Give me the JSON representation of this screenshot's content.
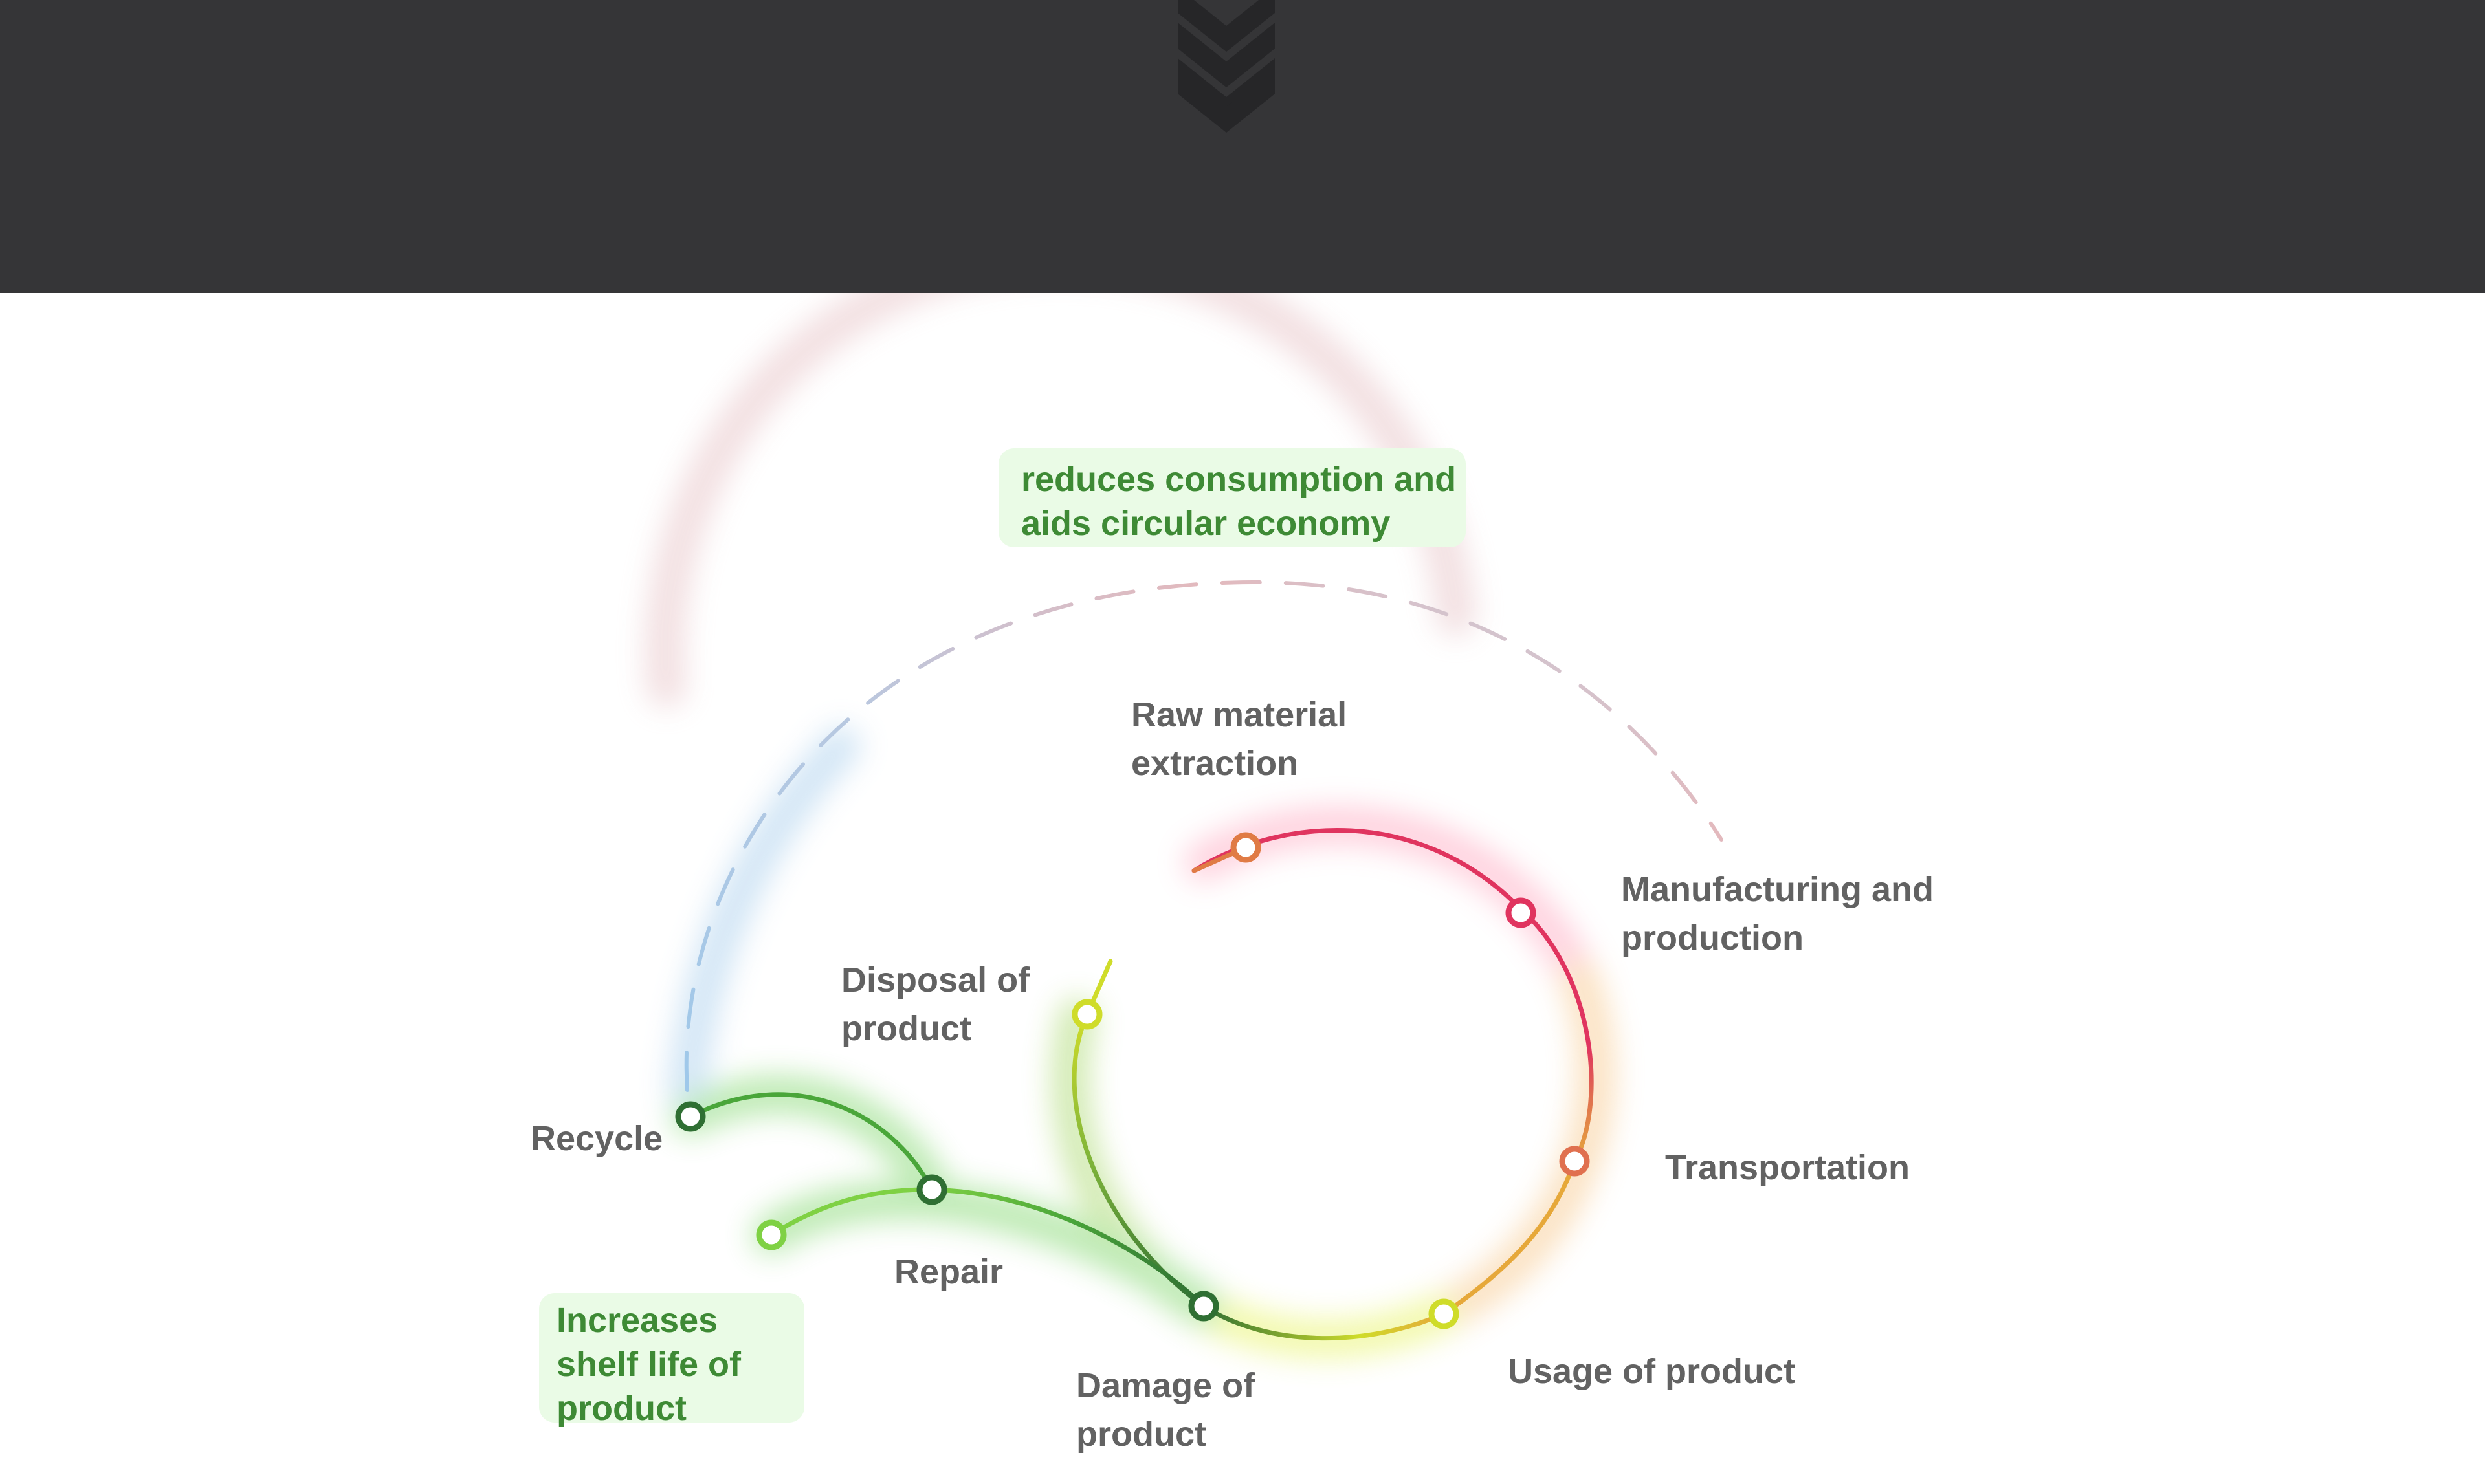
{
  "header": {
    "arrow_icon": "chevron-down-icon",
    "background_color": "#353537",
    "chevron_color": "#262628"
  },
  "diagram": {
    "callouts": {
      "circular_economy": [
        "reduces consumption and",
        "aids circular economy"
      ],
      "shelf_life": [
        "Increases",
        "shelf life of",
        "product"
      ]
    },
    "stages": {
      "raw_material": [
        "Raw material",
        "extraction"
      ],
      "manufacturing": [
        "Manufacturing and",
        "production"
      ],
      "transportation": [
        "Transportation"
      ],
      "usage": [
        "Usage of product"
      ],
      "damage": [
        "Damage of",
        "product"
      ],
      "disposal": [
        "Disposal of",
        "product"
      ],
      "repair": [
        "Repair"
      ],
      "recycle": [
        "Recycle"
      ]
    },
    "colors": {
      "orange": "#e07b45",
      "crimson": "#e0345f",
      "coral": "#e0704f",
      "yellow_green": "#cfdc2a",
      "dark_green": "#2f6f33",
      "mid_green": "#4aa63a",
      "light_green": "#7fd144",
      "dashed_blue": "#9ec8ea",
      "dashed_pink": "#e3b9bd",
      "label_gray": "#626262",
      "callout_text": "#3e8a35",
      "callout_bg": "#eafbe6"
    }
  }
}
